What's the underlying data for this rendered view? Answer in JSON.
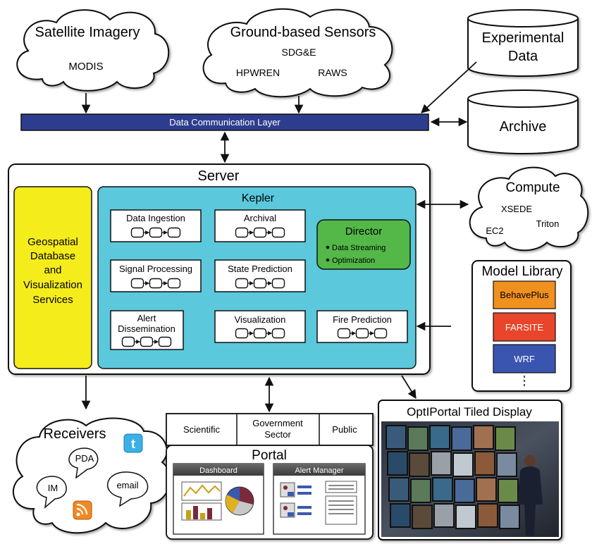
{
  "sources": {
    "satellite": {
      "title": "Satellite Imagery",
      "items": [
        "MODIS"
      ]
    },
    "ground": {
      "title": "Ground-based Sensors",
      "items": [
        "SDG&E",
        "HPWREN",
        "RAWS"
      ]
    },
    "experimental": {
      "title_line1": "Experimental",
      "title_line2": "Data"
    },
    "archive": {
      "title": "Archive"
    }
  },
  "data_layer": {
    "label": "Data Communication Layer"
  },
  "server": {
    "title": "Server",
    "geo_db": {
      "lines": [
        "Geospatial",
        "Database",
        "and",
        "Visualization",
        "Services"
      ]
    },
    "kepler": {
      "title": "Kepler",
      "workflows": [
        {
          "label_lines": [
            "Data Ingestion"
          ]
        },
        {
          "label_lines": [
            "Archival"
          ]
        },
        {
          "label_lines": [
            "Signal Processing"
          ]
        },
        {
          "label_lines": [
            "State Prediction"
          ]
        },
        {
          "label_lines": [
            "Alert",
            "Dissemination"
          ]
        },
        {
          "label_lines": [
            "Visualization"
          ]
        },
        {
          "label_lines": [
            "Fire Prediction"
          ]
        }
      ],
      "director": {
        "title": "Director",
        "items": [
          "Data Streaming",
          "Optimization"
        ]
      }
    }
  },
  "compute": {
    "title": "Compute",
    "items": [
      "XSEDE",
      "Triton",
      "EC2"
    ]
  },
  "model_library": {
    "title": "Model Library",
    "models": [
      {
        "label": "BehavePlus",
        "color": "#f0901e"
      },
      {
        "label": "FARSITE",
        "color": "#e8452a"
      },
      {
        "label": "WRF",
        "color": "#3a55b0"
      }
    ]
  },
  "receivers": {
    "title": "Receivers",
    "bubbles": [
      "PDA",
      "IM",
      "email"
    ]
  },
  "portal": {
    "title": "Portal",
    "audiences": [
      {
        "label_lines": [
          "Scientific"
        ]
      },
      {
        "label_lines": [
          "Government",
          "Sector"
        ]
      },
      {
        "label_lines": [
          "Public"
        ]
      }
    ],
    "panels": [
      "Dashboard",
      "Alert Manager"
    ]
  },
  "optiportal": {
    "title": "OptIPortal Tiled Display"
  },
  "colors": {
    "data_layer": "#2d3d8e",
    "kepler": "#5bc8dc",
    "geo_db": "#f5ec1c",
    "director": "#53b848"
  }
}
